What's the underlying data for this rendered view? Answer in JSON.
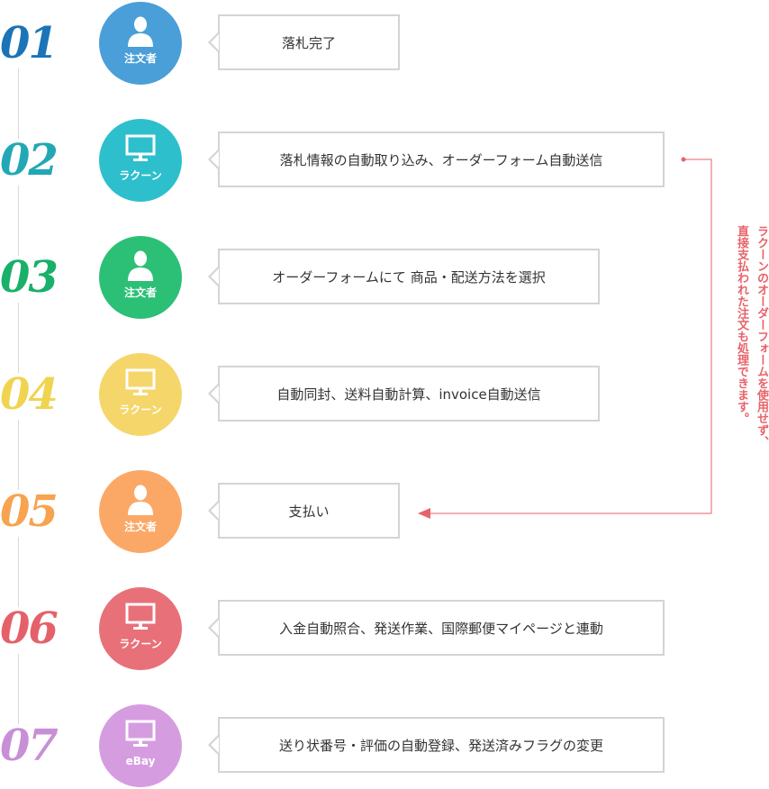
{
  "colors": {
    "step_01": "#1b74b8",
    "circle_01": "#4a9fd8",
    "step_02": "#22a8b4",
    "circle_02": "#2dbfcc",
    "step_03": "#19b069",
    "circle_03": "#2cc077",
    "step_04": "#f0d450",
    "circle_04": "#f5d66a",
    "step_05": "#f7a34f",
    "circle_05": "#fba866",
    "step_06": "#e5616a",
    "circle_06": "#e87079",
    "step_07": "#c98fd6",
    "circle_07": "#d59de0",
    "accent_line": "#e8626a",
    "box_border": "#d4d4d4",
    "timeline": "#d9d9d9"
  },
  "steps": [
    {
      "number": "01",
      "role": "注文者",
      "icon": "person-icon",
      "text": "落札完了"
    },
    {
      "number": "02",
      "role": "ラクーン",
      "icon": "monitor-icon",
      "text": "落札情報の自動取り込み、オーダーフォーム自動送信"
    },
    {
      "number": "03",
      "role": "注文者",
      "icon": "person-icon",
      "text": "オーダーフォームにて 商品・配送方法を選択"
    },
    {
      "number": "04",
      "role": "ラクーン",
      "icon": "monitor-icon",
      "text": "自動同封、送料自動計算、invoice自動送信"
    },
    {
      "number": "05",
      "role": "注文者",
      "icon": "person-icon",
      "text": "支払い"
    },
    {
      "number": "06",
      "role": "ラクーン",
      "icon": "monitor-icon",
      "text": "入金自動照合、発送作業、国際郵便マイページと連動"
    },
    {
      "number": "07",
      "role": "eBay",
      "icon": "monitor-icon",
      "text": "送り状番号・評価の自動登録、発送済みフラグの変更"
    }
  ],
  "side_note": {
    "line1": "ラクーンのオーダーフォームを使用せず、",
    "line2": "直接支払われた注文も処理できます。"
  }
}
